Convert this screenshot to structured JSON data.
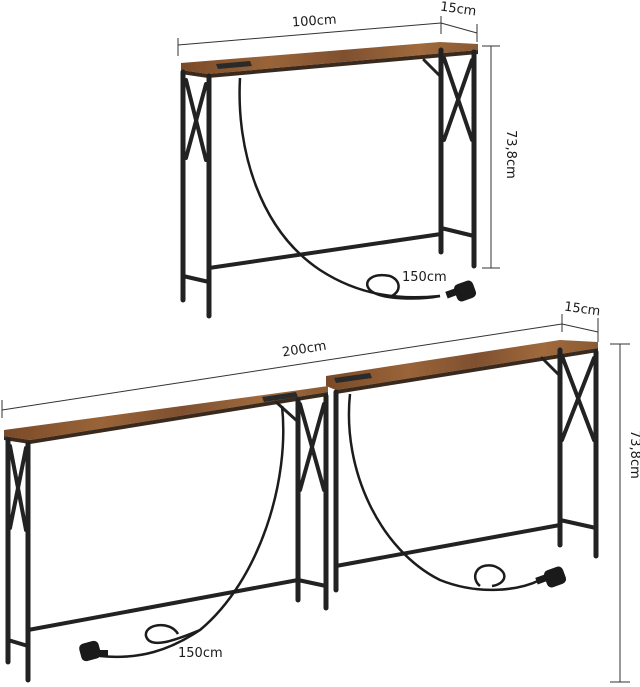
{
  "colors": {
    "wood": "#8a5a34",
    "wood_dark": "#6b4326",
    "wood_light": "#a8703f",
    "metal": "#222222",
    "cable": "#1c1c1c",
    "dim_line": "#333333",
    "background": "#ffffff"
  },
  "single_table": {
    "width_label": "100cm",
    "depth_label": "15cm",
    "height_label": "73,8cm",
    "cable_label": "150cm",
    "features": [
      "rustic-wood-top",
      "black-metal-frame",
      "x-shaped-side-braces",
      "built-in-power-strip",
      "power-cable-with-plug"
    ]
  },
  "double_table": {
    "width_label": "200cm",
    "depth_label": "15cm",
    "height_label": "73,8cm",
    "cable_label": "150cm",
    "unit_count": 2,
    "features": [
      "two-tables-side-by-side",
      "rustic-wood-top",
      "black-metal-frame",
      "x-shaped-side-braces",
      "built-in-power-strips",
      "two-power-cables-with-plugs"
    ]
  }
}
